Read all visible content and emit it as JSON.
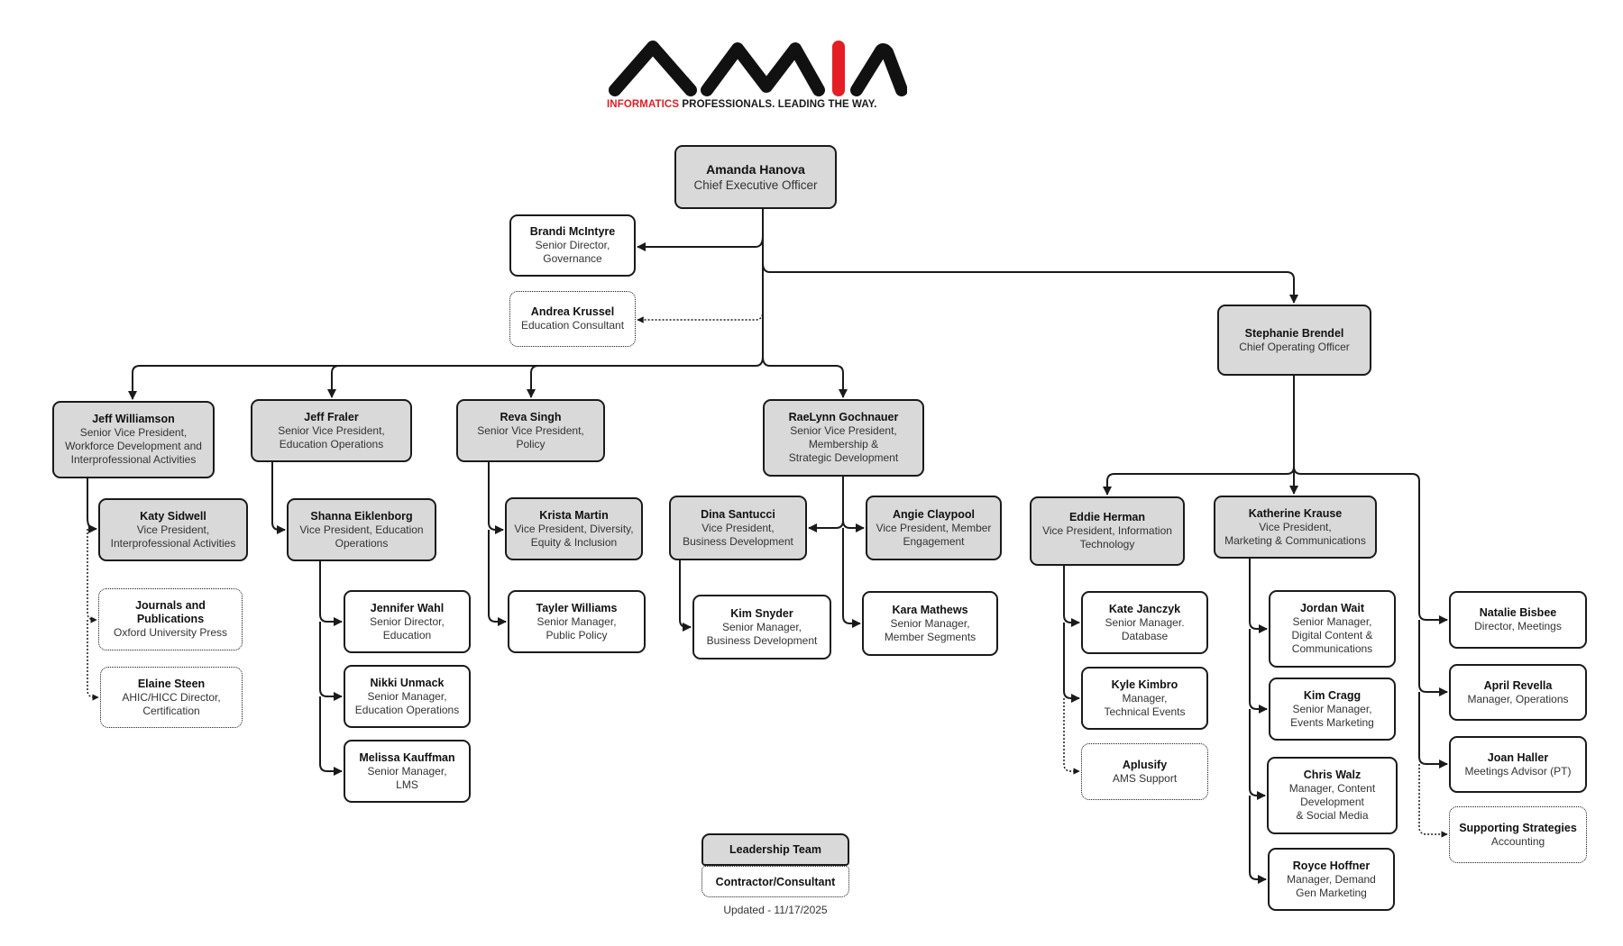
{
  "brand": {
    "logo_text": "AMIA",
    "tagline_highlight": "INFORMATICS",
    "tagline_rest": " PROFESSIONALS. LEADING THE WAY.",
    "accent_color": "#e31e24"
  },
  "people": {
    "ceo": {
      "name": "Amanda Hanova",
      "title": "Chief Executive Officer",
      "type": "leadership"
    },
    "brandi": {
      "name": "Brandi McIntyre",
      "title": "Senior Director,\nGovernance",
      "type": "staff"
    },
    "andrea": {
      "name": "Andrea Krussel",
      "title": "Education Consultant",
      "type": "contractor"
    },
    "coo": {
      "name": "Stephanie Brendel",
      "title": "Chief Operating Officer",
      "type": "leadership"
    },
    "jeffw": {
      "name": "Jeff Williamson",
      "title": "Senior Vice President,\nWorkforce Development and\nInterprofessional Activities",
      "type": "leadership"
    },
    "jefff": {
      "name": "Jeff Fraler",
      "title": "Senior Vice President,\nEducation Operations",
      "type": "leadership"
    },
    "reva": {
      "name": "Reva Singh",
      "title": "Senior Vice President,\nPolicy",
      "type": "leadership"
    },
    "raelynn": {
      "name": "RaeLynn Gochnauer",
      "title": "Senior Vice President,\nMembership &\nStrategic Development",
      "type": "leadership"
    },
    "katy": {
      "name": "Katy Sidwell",
      "title": "Vice President,\nInterprofessional Activities",
      "type": "leadership"
    },
    "journals": {
      "name": "Journals and\nPublications",
      "title": "Oxford University Press",
      "type": "contractor"
    },
    "elaine": {
      "name": "Elaine Steen",
      "title": "AHIC/HICC Director,\nCertification",
      "type": "contractor"
    },
    "shanna": {
      "name": "Shanna Eiklenborg",
      "title": "Vice President, Education\nOperations",
      "type": "leadership"
    },
    "jennifer": {
      "name": "Jennifer Wahl",
      "title": "Senior Director,\nEducation",
      "type": "staff"
    },
    "nikki": {
      "name": "Nikki Unmack",
      "title": "Senior Manager,\nEducation Operations",
      "type": "staff"
    },
    "melissa": {
      "name": "Melissa Kauffman",
      "title": "Senior Manager,\nLMS",
      "type": "staff"
    },
    "krista": {
      "name": "Krista Martin",
      "title": "Vice President, Diversity,\nEquity & Inclusion",
      "type": "leadership"
    },
    "tayler": {
      "name": "Tayler Williams",
      "title": "Senior Manager,\nPublic Policy",
      "type": "staff"
    },
    "dina": {
      "name": "Dina Santucci",
      "title": "Vice President,\nBusiness Development",
      "type": "leadership"
    },
    "kimsnyder": {
      "name": "Kim Snyder",
      "title": "Senior Manager,\nBusiness Development",
      "type": "staff"
    },
    "angie": {
      "name": "Angie Claypool",
      "title": "Vice President, Member\nEngagement",
      "type": "leadership"
    },
    "kara": {
      "name": "Kara Mathews",
      "title": "Senior Manager,\nMember Segments",
      "type": "staff"
    },
    "eddie": {
      "name": "Eddie Herman",
      "title": "Vice President, Information\nTechnology",
      "type": "leadership"
    },
    "kate": {
      "name": "Kate Janczyk",
      "title": "Senior Manager.\nDatabase",
      "type": "staff"
    },
    "kyle": {
      "name": "Kyle Kimbro",
      "title": "Manager,\nTechnical Events",
      "type": "staff"
    },
    "aplusify": {
      "name": "Aplusify",
      "title": "AMS Support",
      "type": "contractor"
    },
    "katherine": {
      "name": "Katherine Krause",
      "title": "Vice President,\nMarketing & Communications",
      "type": "leadership"
    },
    "jordan": {
      "name": "Jordan Wait",
      "title": "Senior Manager,\nDigital Content &\nCommunications",
      "type": "staff"
    },
    "kimcragg": {
      "name": "Kim Cragg",
      "title": "Senior Manager,\nEvents Marketing",
      "type": "staff"
    },
    "chris": {
      "name": "Chris Walz",
      "title": "Manager, Content\nDevelopment\n& Social Media",
      "type": "staff"
    },
    "royce": {
      "name": "Royce Hoffner",
      "title": "Manager, Demand\nGen Marketing",
      "type": "staff"
    },
    "natalie": {
      "name": "Natalie Bisbee",
      "title": "Director, Meetings",
      "type": "staff"
    },
    "april": {
      "name": "April Revella",
      "title": "Manager, Operations",
      "type": "staff"
    },
    "joan": {
      "name": "Joan Haller",
      "title": "Meetings Advisor (PT)",
      "type": "staff"
    },
    "supporting": {
      "name": "Supporting Strategies",
      "title": "Accounting",
      "type": "contractor"
    }
  },
  "reports": [
    [
      "ceo",
      "brandi",
      "solid"
    ],
    [
      "ceo",
      "andrea",
      "dotted"
    ],
    [
      "ceo",
      "coo",
      "solid"
    ],
    [
      "ceo",
      "jeffw",
      "solid"
    ],
    [
      "ceo",
      "jefff",
      "solid"
    ],
    [
      "ceo",
      "reva",
      "solid"
    ],
    [
      "ceo",
      "raelynn",
      "solid"
    ],
    [
      "jeffw",
      "katy",
      "solid"
    ],
    [
      "jeffw",
      "journals",
      "dotted"
    ],
    [
      "jeffw",
      "elaine",
      "dotted"
    ],
    [
      "jefff",
      "shanna",
      "solid"
    ],
    [
      "shanna",
      "jennifer",
      "solid"
    ],
    [
      "shanna",
      "nikki",
      "solid"
    ],
    [
      "shanna",
      "melissa",
      "solid"
    ],
    [
      "reva",
      "krista",
      "solid"
    ],
    [
      "reva",
      "tayler",
      "solid"
    ],
    [
      "raelynn",
      "dina",
      "solid"
    ],
    [
      "raelynn",
      "angie",
      "solid"
    ],
    [
      "raelynn",
      "kara",
      "solid"
    ],
    [
      "dina",
      "kimsnyder",
      "solid"
    ],
    [
      "coo",
      "eddie",
      "solid"
    ],
    [
      "coo",
      "katherine",
      "solid"
    ],
    [
      "coo",
      "natalie",
      "solid"
    ],
    [
      "coo",
      "april",
      "solid"
    ],
    [
      "coo",
      "joan",
      "solid"
    ],
    [
      "coo",
      "supporting",
      "dotted"
    ],
    [
      "eddie",
      "kate",
      "solid"
    ],
    [
      "eddie",
      "kyle",
      "solid"
    ],
    [
      "eddie",
      "aplusify",
      "dotted"
    ],
    [
      "katherine",
      "jordan",
      "solid"
    ],
    [
      "katherine",
      "kimcragg",
      "solid"
    ],
    [
      "katherine",
      "chris",
      "solid"
    ],
    [
      "katherine",
      "royce",
      "solid"
    ]
  ],
  "legend": {
    "leadership": "Leadership Team",
    "contractor": "Contractor/Consultant",
    "leadership_fill": "#d9d9d9"
  },
  "updated": "Updated - 11/17/2025"
}
